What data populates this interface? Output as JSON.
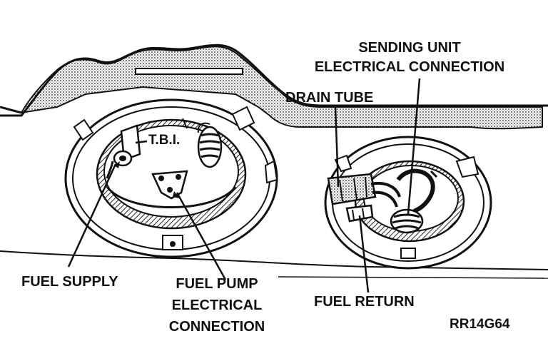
{
  "labels": {
    "sending_unit": [
      "SENDING UNIT",
      "ELECTRICAL CONNECTION"
    ],
    "drain_tube": "DRAIN TUBE",
    "tbi": "T.B.I.",
    "fuel_supply": "FUEL SUPPLY",
    "fuel_pump": [
      "FUEL PUMP",
      "ELECTRICAL",
      "CONNECTION"
    ],
    "fuel_return": "FUEL RETURN",
    "figure_code": "RR14G64"
  },
  "colors": {
    "ink": "#111111",
    "paper": "#ffffff",
    "shade": "#9a9a9a"
  }
}
